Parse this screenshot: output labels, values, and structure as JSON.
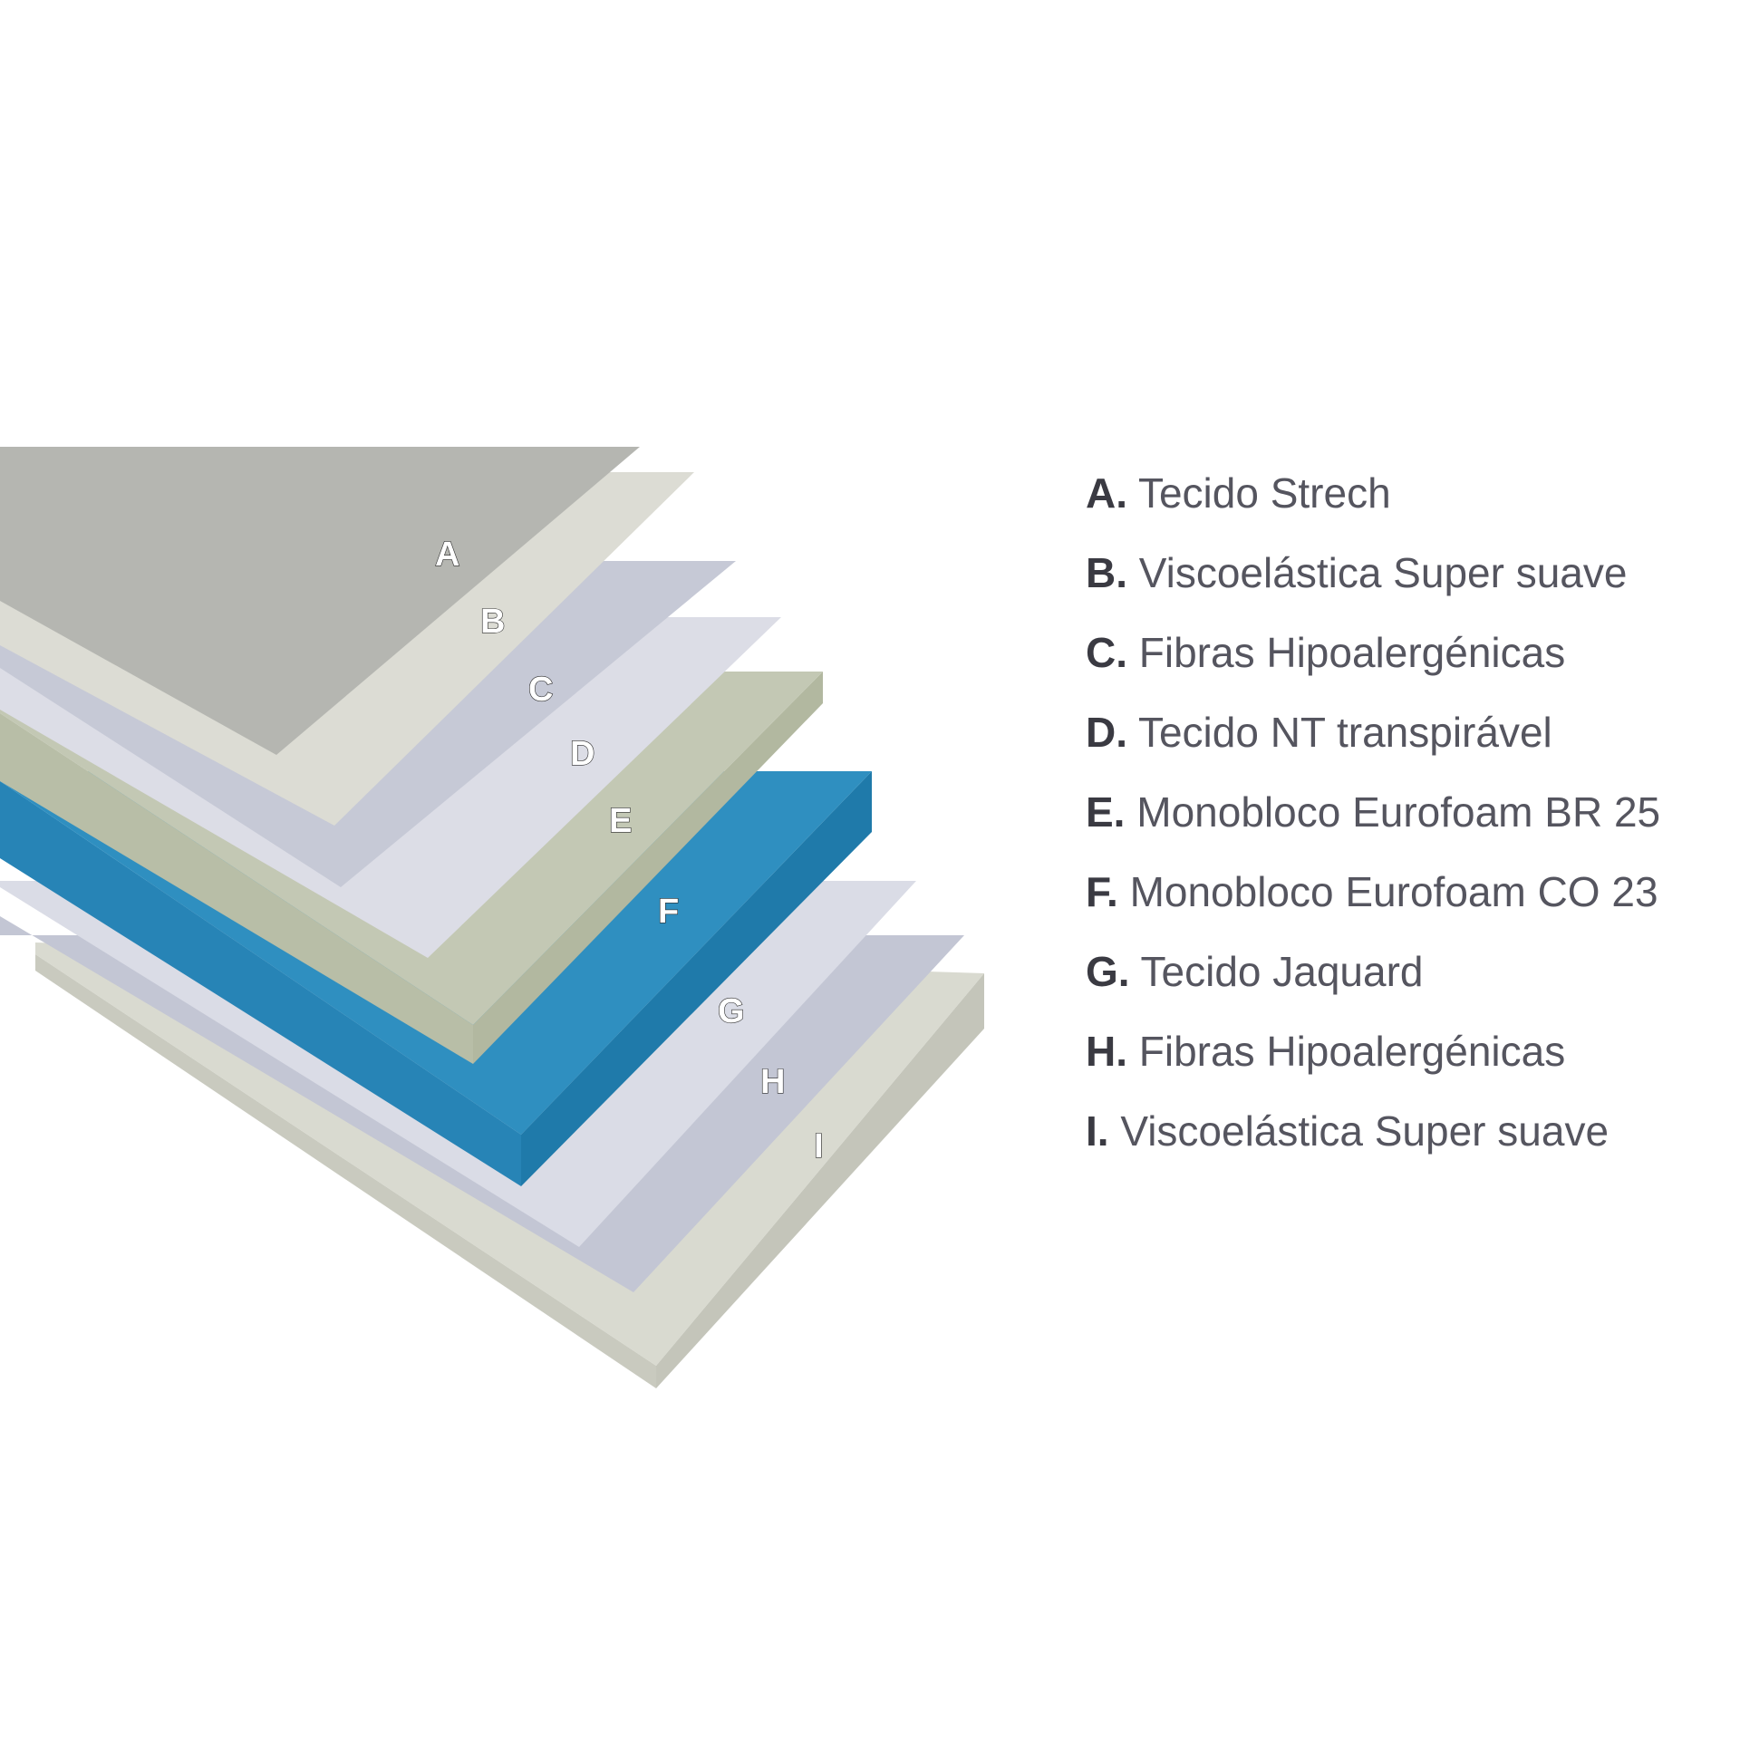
{
  "layers": [
    {
      "key": "A",
      "name": "Tecido Strech",
      "color": "#b5b6b1"
    },
    {
      "key": "B",
      "name": "Viscoelástica Super suave",
      "color": "#dcdcd4"
    },
    {
      "key": "C",
      "name": "Fibras Hipoalergénicas",
      "color": "#c6c9d6"
    },
    {
      "key": "D",
      "name": "Tecido NT transpirável",
      "color": "#dcdde6"
    },
    {
      "key": "E",
      "name": "Monobloco Eurofoam BR 25",
      "color": "#c3c8b4"
    },
    {
      "key": "F",
      "name": "Monobloco Eurofoam CO 23",
      "color": "#2f8fc0"
    },
    {
      "key": "G",
      "name": "Tecido Jaquard",
      "color": "#dadce6"
    },
    {
      "key": "H",
      "name": "Fibras Hipoalergénicas",
      "color": "#c3c6d4"
    },
    {
      "key": "I",
      "name": "Viscoelástica Super suave",
      "color": "#d9dad0"
    }
  ],
  "legend_keys": [
    "A.",
    "B.",
    "C.",
    "D.",
    "E.",
    "F.",
    "G.",
    "H.",
    "I."
  ]
}
